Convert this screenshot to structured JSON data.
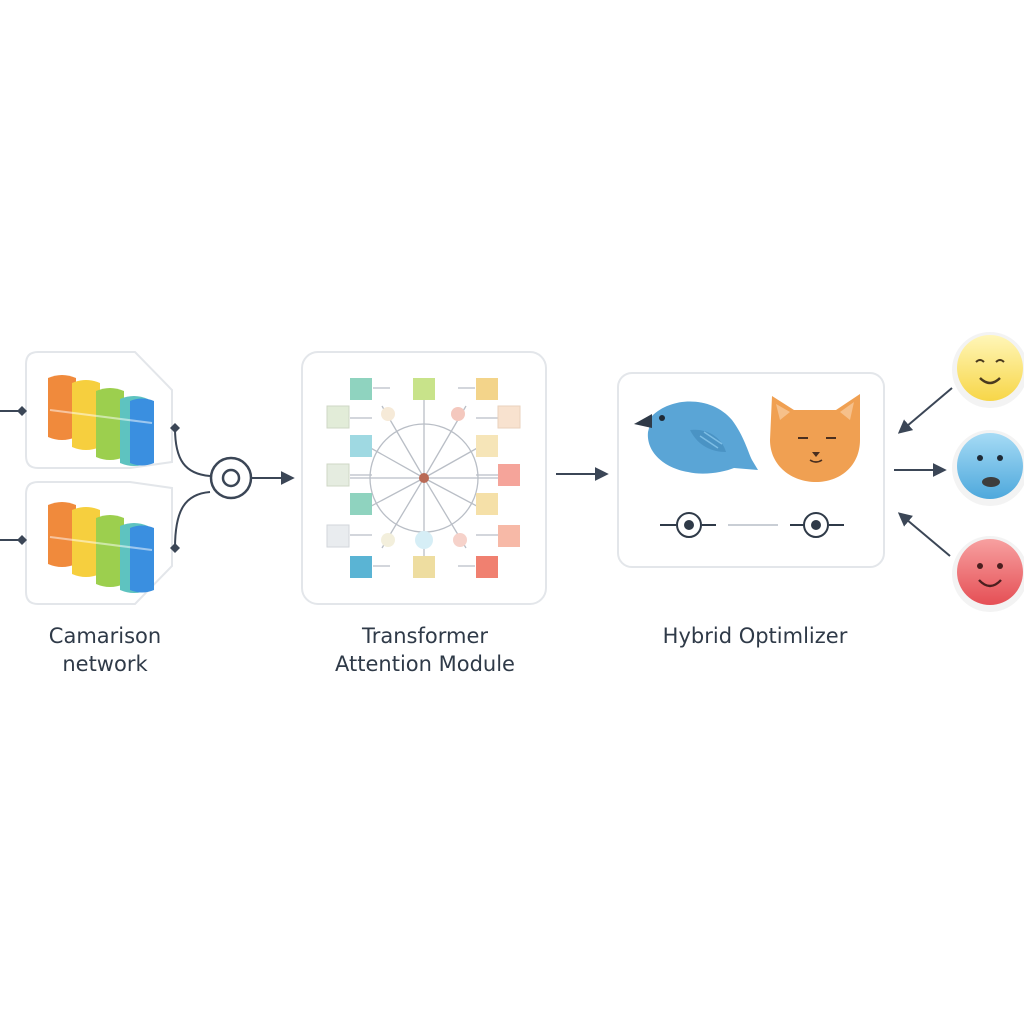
{
  "labels": {
    "siamese": [
      "Camarison",
      "network"
    ],
    "transformer": [
      "Transformer",
      "Attention Module"
    ],
    "hybrid": [
      "Hybrid Optimlizer"
    ]
  },
  "icons": {
    "bar_stack_1": "bar-stack-icon",
    "bar_stack_2": "bar-stack-icon",
    "merge_node": "target-node-icon",
    "bird": "bird-icon",
    "cat": "cat-icon",
    "emoji_yellow": "smile-face-icon",
    "emoji_blue": "face-icon",
    "emoji_red": "smile-face-icon"
  },
  "colors": {
    "bar_orange": "#f08a3c",
    "bar_yellow": "#f6cf3e",
    "bar_green": "#9ccf4e",
    "bar_teal": "#5ec3c0",
    "bar_blue": "#3a8fe0",
    "bird": "#5aa5d6",
    "cat": "#f0a052",
    "emoji_yellow": "#fbe36f",
    "emoji_blue": "#6fbde8",
    "emoji_red": "#f0686a",
    "arrow": "#3b4656",
    "panel_border": "#e3e6ea"
  }
}
